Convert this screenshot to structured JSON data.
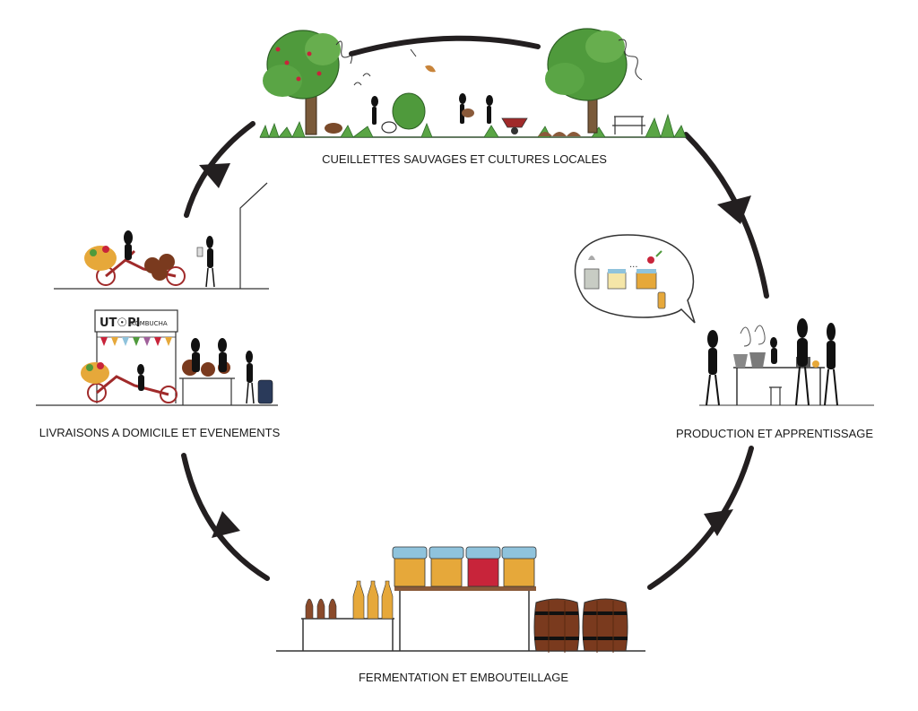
{
  "stages": {
    "top": {
      "label": "CUEILLETTES SAUVAGES ET CULTURES LOCALES"
    },
    "right": {
      "label": "PRODUCTION ET APPRENTISSAGE"
    },
    "bottom": {
      "label": "FERMENTATION ET EMBOUTEILLAGE"
    },
    "left": {
      "label": "LIVRAISONS A DOMICILE ET EVENEMENTS"
    }
  },
  "banner": {
    "brand": "UT☉PI",
    "product": "KOMBUCHA"
  },
  "colors": {
    "arrow": "#231f20",
    "tree": "#4f9a3c",
    "trunk": "#7a5a3a",
    "grass": "#5aa545",
    "kombucha": "#e6a83a",
    "red_brew": "#c8243a",
    "lid": "#8fc3dc",
    "barrel": "#7a3a1e",
    "bike": "#a02a2a"
  }
}
